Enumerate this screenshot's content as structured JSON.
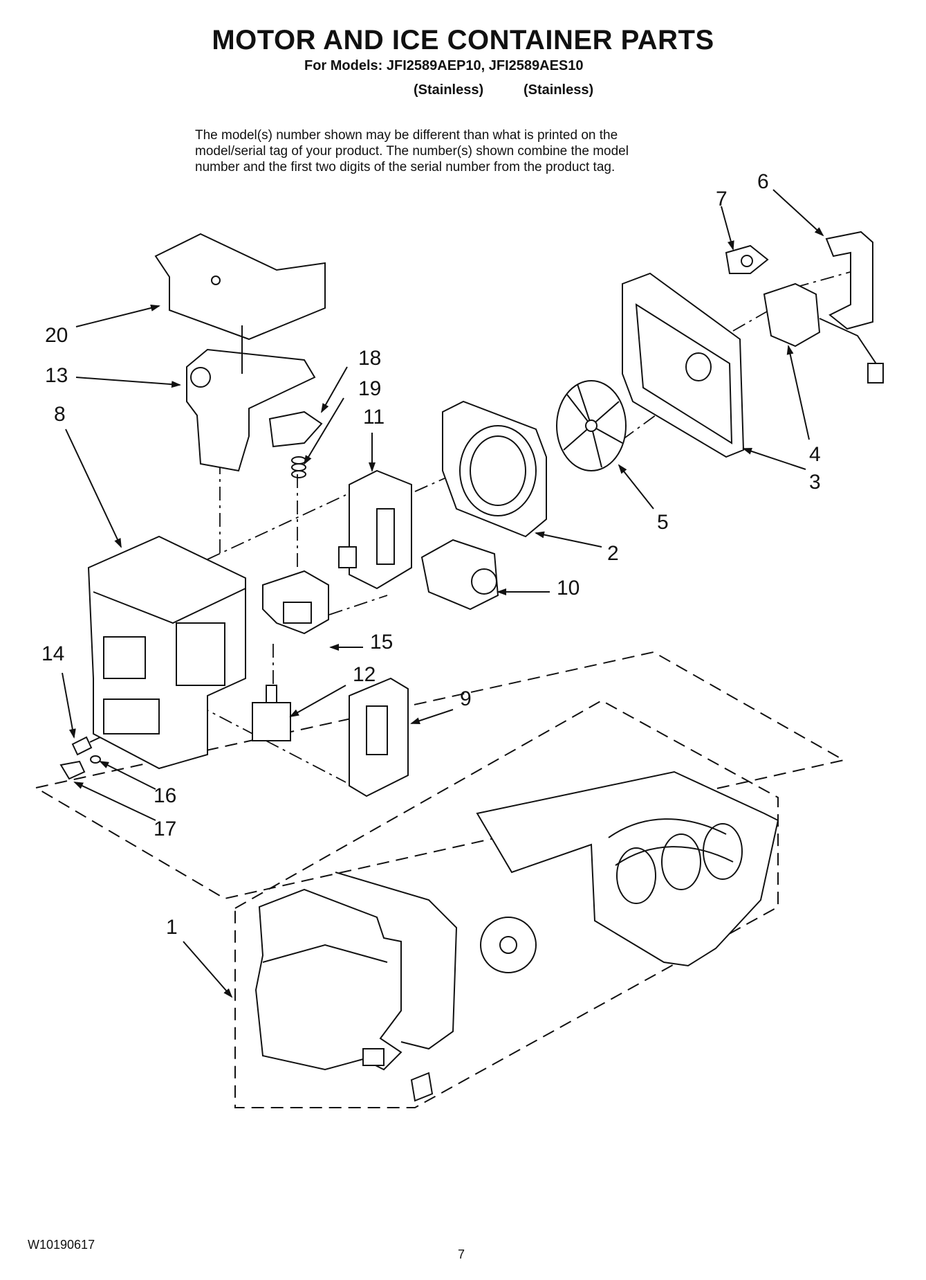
{
  "header": {
    "title": "MOTOR AND ICE CONTAINER PARTS",
    "models_line": "For Models: JFI2589AEP10, JFI2589AES10",
    "variants": [
      "(Stainless)",
      "(Stainless)"
    ]
  },
  "note": [
    "The model(s) number shown may be different than what is printed on the",
    "model/serial tag of your product. The number(s) shown combine the model",
    "number and the first two digits of the serial number from the product tag."
  ],
  "callouts": [
    "6",
    "7",
    "20",
    "18",
    "13",
    "19",
    "8",
    "11",
    "4",
    "3",
    "5",
    "2",
    "10",
    "15",
    "14",
    "12",
    "9",
    "16",
    "17",
    "1"
  ],
  "footer": {
    "doc_id": "W10190617",
    "page": "7"
  }
}
